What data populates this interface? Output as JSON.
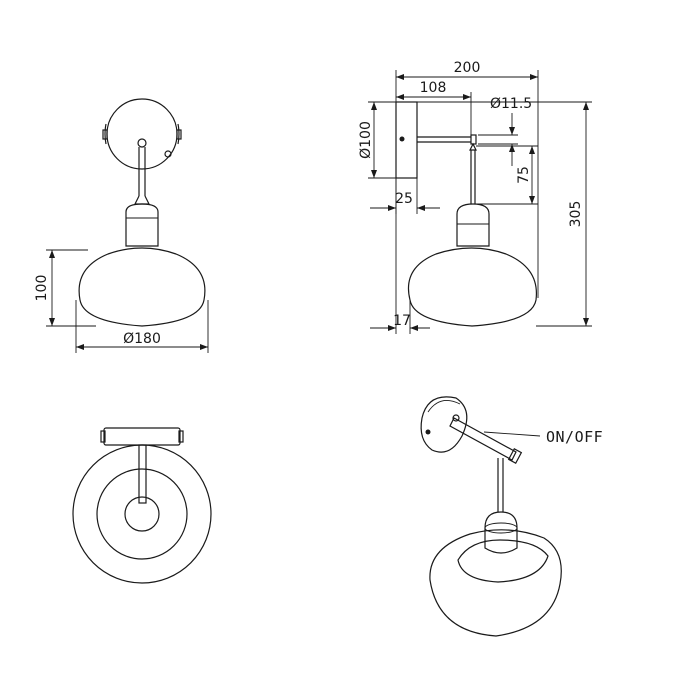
{
  "dimensions": {
    "shade_height": "100",
    "shade_diameter": "Ø180",
    "total_depth": "200",
    "arm_length": "108",
    "switch_diameter": "Ø11.5",
    "base_diameter": "Ø100",
    "drop_length": "75",
    "base_depth": "25",
    "total_height": "305",
    "shade_offset": "17"
  },
  "callouts": {
    "switch": "ON/OFF"
  },
  "colors": {
    "line": "#1a1a1a",
    "background": "#ffffff"
  },
  "views": [
    "front-view",
    "side-view",
    "top-view",
    "perspective-view"
  ]
}
